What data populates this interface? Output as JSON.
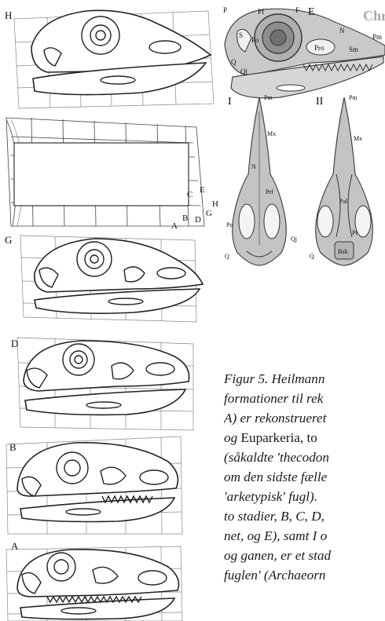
{
  "panels": {
    "H": "H",
    "G": "G",
    "D": "D",
    "B": "B",
    "A": "A",
    "E": "E",
    "I": "I",
    "II": "II",
    "grid_letters": [
      "C",
      "E",
      "H",
      "B",
      "D",
      "G",
      "A"
    ]
  },
  "skull_labels": {
    "E": [
      "P",
      "Pf",
      "F",
      "E",
      "Pm",
      "S",
      "Po",
      "Pro",
      "N",
      "Sm",
      "Q",
      "Qj"
    ],
    "I": [
      "Pm",
      "Mx",
      "N",
      "Prf",
      "Po",
      "Q",
      "Qj"
    ],
    "II": [
      "Pm",
      "Mx",
      "Pal",
      "Pt",
      "Bsh",
      "Q"
    ]
  },
  "stamp": "Chr",
  "caption": {
    "lines": [
      {
        "it": "Figur 5. Heilmann",
        "up": ""
      },
      {
        "it": "formationer til rek",
        "up": ""
      },
      {
        "it": "A) er rekonstrueret",
        "up": ""
      },
      {
        "it": "og ",
        "up": "Euparkeria, to"
      },
      {
        "it": "(såkaldte 'thecodon",
        "up": ""
      },
      {
        "it": "om den sidste fælle",
        "up": ""
      },
      {
        "it": "'arketypisk' fugl).",
        "up": ""
      },
      {
        "it": "to stadier, B, C, D,",
        "up": ""
      },
      {
        "it": "net, og E), samt I o",
        "up": ""
      },
      {
        "it": "og ganen, er et stad",
        "up": ""
      },
      {
        "it": "fuglen' (Archaeorn",
        "up": ""
      }
    ]
  }
}
